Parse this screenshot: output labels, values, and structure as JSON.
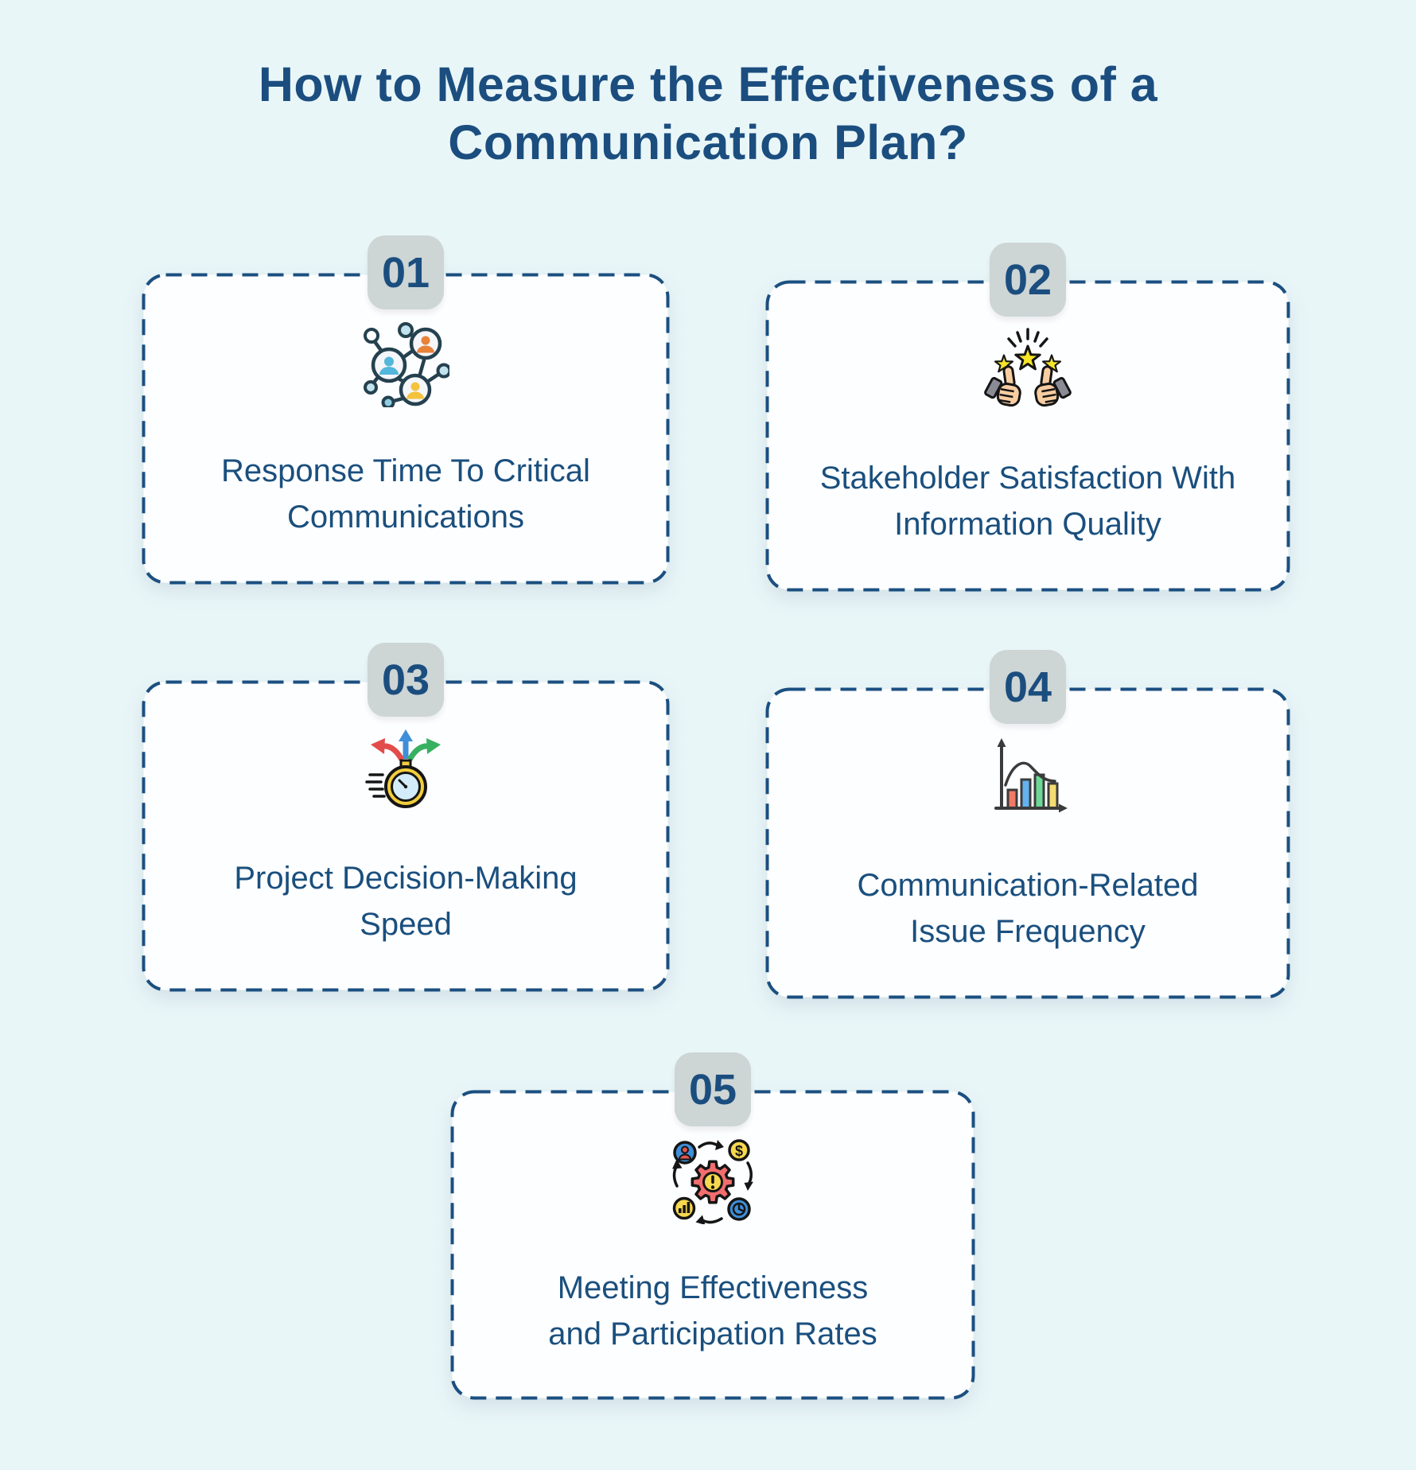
{
  "title": {
    "line1": "How to Measure the Effectiveness of a",
    "line2": "Communication Plan?"
  },
  "colors": {
    "page_background": "#e9f6f8",
    "card_background": "#fdfeff",
    "dashed_border_navy": "#1b4f80",
    "badge_gray": "#cdd5d5",
    "text_navy": "#1a4f7e"
  },
  "cards": [
    {
      "number": "01",
      "icon": "people-network-icon",
      "label_line1": "Response Time To Critical",
      "label_line2": "Communications"
    },
    {
      "number": "02",
      "icon": "thumbs-up-stars-icon",
      "label_line1": "Stakeholder Satisfaction With",
      "label_line2": "Information Quality"
    },
    {
      "number": "03",
      "icon": "stopwatch-decision-arrows-icon",
      "label_line1": "Project Decision-Making",
      "label_line2": "Speed"
    },
    {
      "number": "04",
      "icon": "bar-chart-bell-curve-icon",
      "label_line1": "Communication-Related",
      "label_line2": "Issue Frequency"
    },
    {
      "number": "05",
      "icon": "gear-workflow-cycle-icon",
      "label_line1": "Meeting Effectiveness",
      "label_line2": "and Participation Rates"
    }
  ]
}
